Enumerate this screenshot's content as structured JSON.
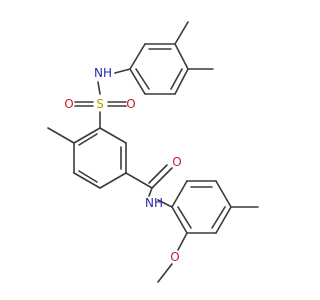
{
  "molecule": {
    "atoms": {
      "nh_top": "NH",
      "s": "S",
      "o_left": "O",
      "o_right": "O",
      "o_carbonyl": "O",
      "nh_bottom": "NH",
      "o_methoxy": "O"
    },
    "colors": {
      "bond": "#3a3a3a",
      "nitrogen": "#2a2aa8",
      "oxygen": "#cc1f1f",
      "sulfur": "#b8a000"
    }
  }
}
